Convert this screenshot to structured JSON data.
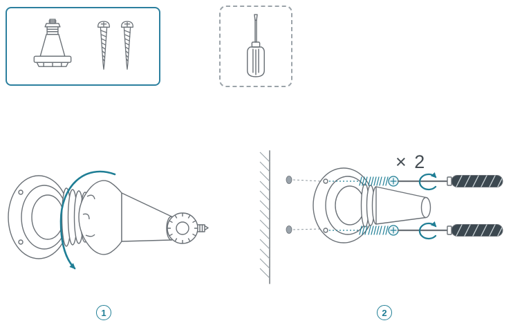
{
  "palette": {
    "accent": "#1f7e95",
    "box-border": "#2b7f9e",
    "line": "#6a7076",
    "hatch": "#97a0a6",
    "handle": "#3c4850"
  },
  "parts_box": {
    "items": [
      "mount-anchor",
      "screw",
      "screw"
    ]
  },
  "tools_box": {
    "items": [
      "screwdriver"
    ]
  },
  "steps": [
    {
      "number": "1"
    },
    {
      "number": "2",
      "multiplier": "× 2"
    }
  ]
}
